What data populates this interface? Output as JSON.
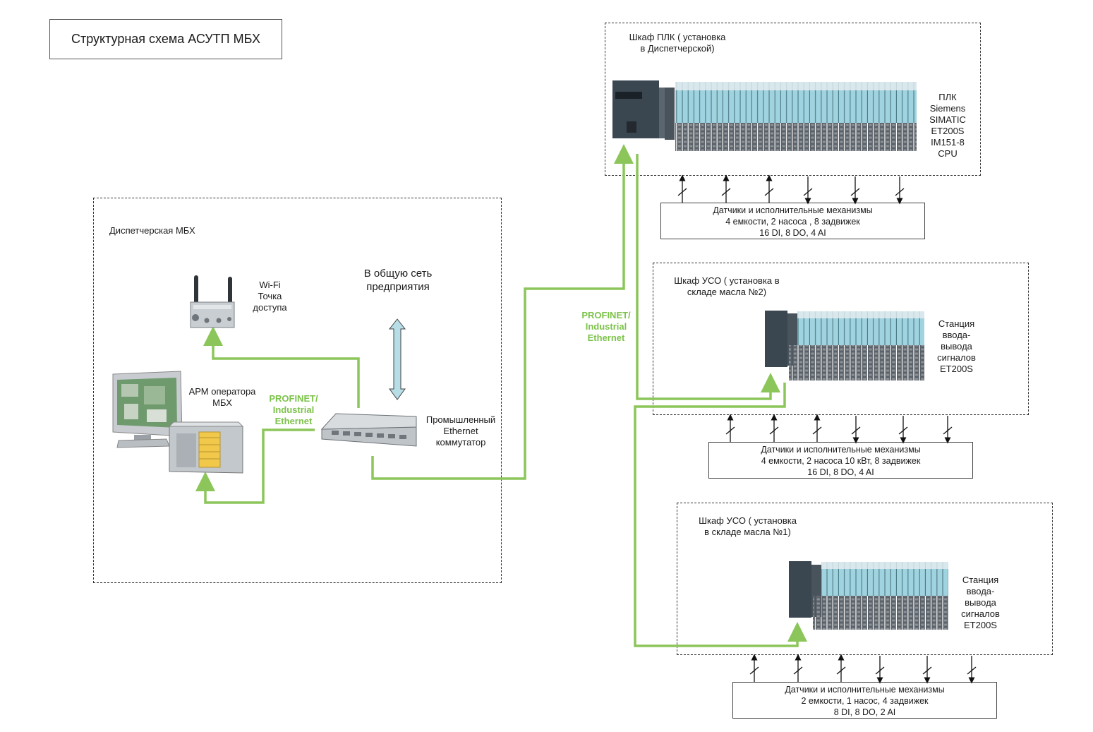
{
  "title": "Структурная схема АСУТП МБХ",
  "dispatch_room": {
    "label": "Диспетчерская МБХ",
    "wifi_label": "Wi-Fi\nТочка\nдоступа",
    "arm_label": "АРМ оператора\nМБХ",
    "network_label": "В общую сеть\nпредприятия",
    "switch_label": "Промышленный\nEthernet\nкоммутатор",
    "profinet_label": "PROFINET/\nIndustrial\nEthernet"
  },
  "profinet_main_label": "PROFINET/\nIndustrial\nEthernet",
  "cabinets": [
    {
      "id": "plc",
      "title": "Шкаф ПЛК  ( установка\nв Диспетчерской)",
      "device_label": "ПЛК\nSiemens\nSIMATIC\nET200S\nIM151-8\nCPU",
      "sensors": [
        "Датчики и исполнительные механизмы",
        "4 емкости, 2 насоса , 8 задвижек",
        "16 DI, 8 DO, 4 AI"
      ]
    },
    {
      "id": "uso2",
      "title": "Шкаф УСО  ( установка в\nскладе масла №2)",
      "device_label": "Станция\nввода-\nвывода\nсигналов\nET200S",
      "sensors": [
        "Датчики и исполнительные механизмы",
        "4 емкости, 2 насоса 10 кВт, 8 задвижек",
        "16 DI, 8 DO, 4 AI"
      ]
    },
    {
      "id": "uso1",
      "title": "Шкаф УСО  ( установка\nв складе масла №1)",
      "device_label": "Станция\nввода-\nвывода\nсигналов\nET200S",
      "sensors": [
        "Датчики и исполнительные механизмы",
        "2 емкости, 1 насос, 4 задвижек",
        "8 DI, 8 DO, 2 AI"
      ]
    }
  ],
  "colors": {
    "link": "#8cc65a",
    "dash": "#333333",
    "module": "#9fd3e0",
    "cpu": "#3a4650",
    "arrow_fill": "#b7dde6"
  },
  "icons": [
    "wifi-access-point-icon",
    "operator-workstation-icon",
    "ethernet-switch-icon",
    "plc-rack-icon",
    "io-station-icon"
  ]
}
